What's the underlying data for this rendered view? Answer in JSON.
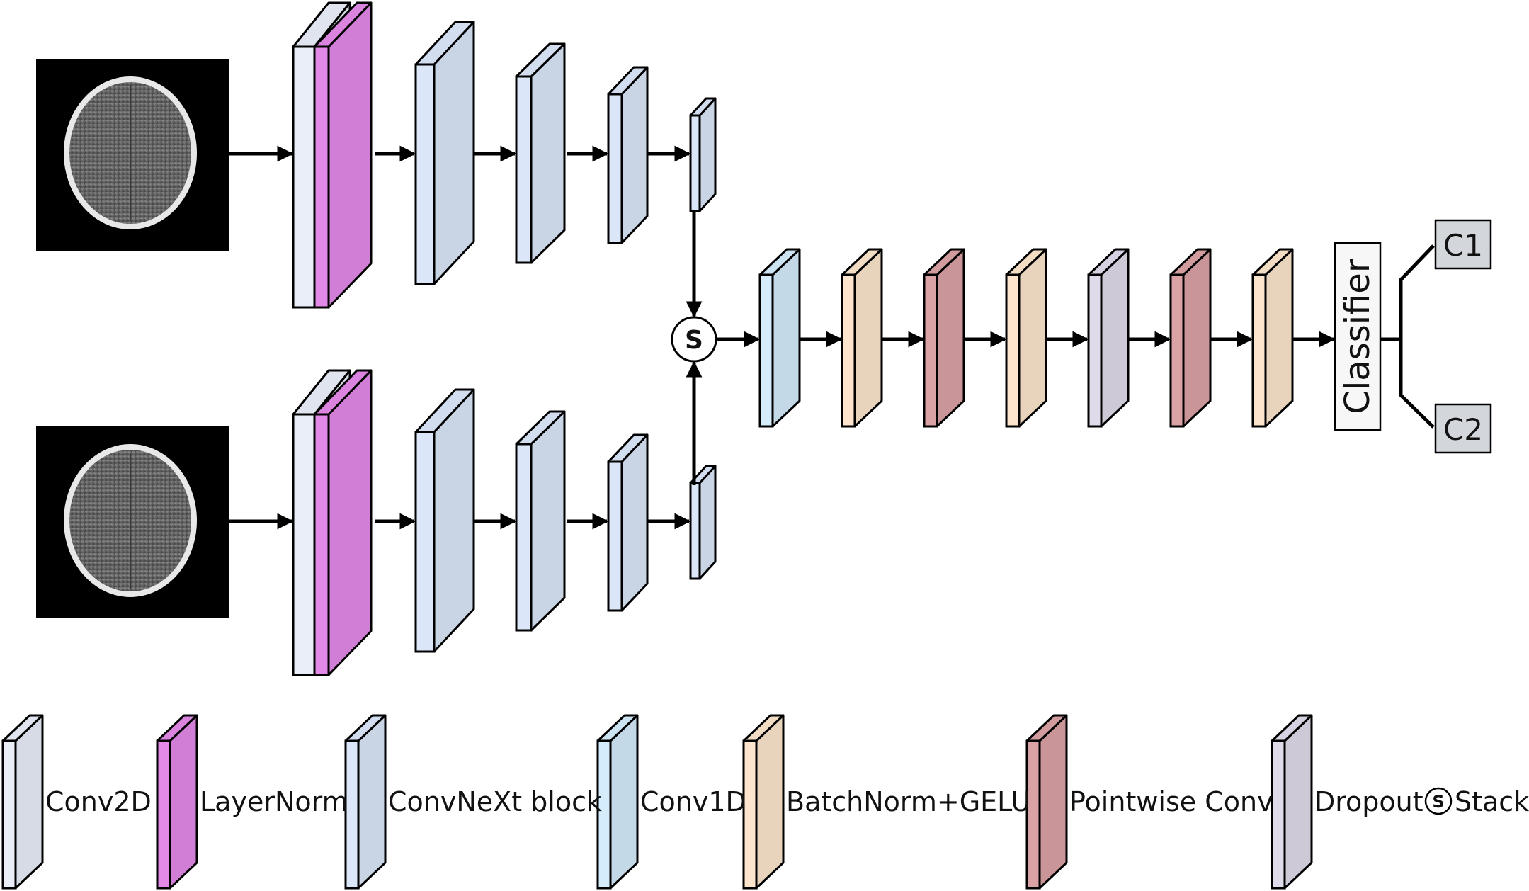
{
  "stack_symbol": "S",
  "classifier": {
    "label": "Classifier"
  },
  "outputs": [
    {
      "id": "c1",
      "label": "C1"
    },
    {
      "id": "c2",
      "label": "C2"
    }
  ],
  "colors": {
    "conv2d": "#e9eef9",
    "layernorm": "#e38ae9",
    "convnext": "#dbe6f9",
    "conv1d": "#d4ecfb",
    "batchnorm_gelu": "#fce5cc",
    "pointwise_conv": "#dba2a6",
    "dropout": "#e0dbea",
    "output_box": "#d3d7dc"
  },
  "legend": [
    {
      "key": "conv2d",
      "label": "Conv2D"
    },
    {
      "key": "layernorm",
      "label": "LayerNorm"
    },
    {
      "key": "convnext",
      "label": "ConvNeXt block"
    },
    {
      "key": "conv1d",
      "label": "Conv1D"
    },
    {
      "key": "batchnorm_gelu",
      "label": "BatchNorm+GELU"
    },
    {
      "key": "pointwise_conv",
      "label": "Pointwise Conv"
    },
    {
      "key": "dropout",
      "label": "Dropout"
    },
    {
      "key": "stack",
      "label": "Stack"
    }
  ],
  "head_sequence": [
    "conv1d",
    "batchnorm_gelu",
    "pointwise_conv",
    "batchnorm_gelu",
    "dropout",
    "pointwise_conv",
    "batchnorm_gelu"
  ]
}
